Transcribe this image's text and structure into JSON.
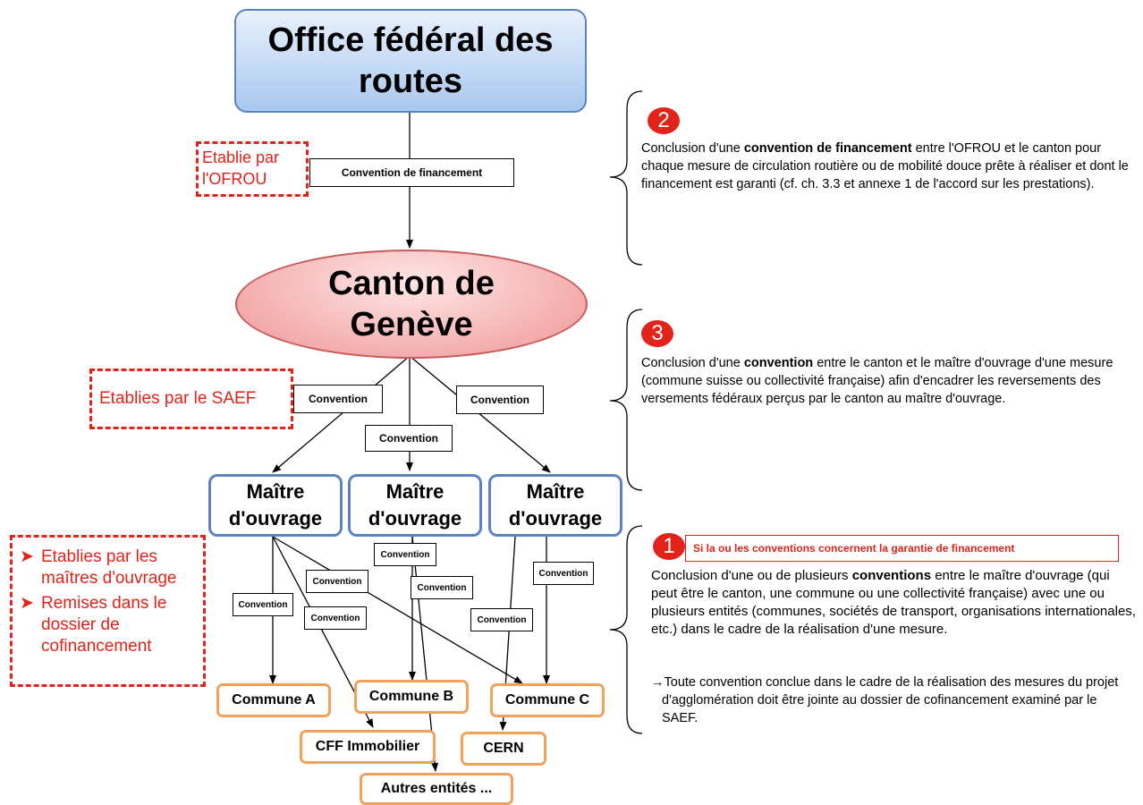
{
  "nodes": {
    "ofrou": [
      "Office fédéral des",
      "routes"
    ],
    "canton": [
      "Canton de",
      "Genève"
    ],
    "maitres": [
      [
        "Maître",
        "d'ouvrage"
      ],
      [
        "Maître",
        "d'ouvrage"
      ],
      [
        "Maître",
        "d'ouvrage"
      ]
    ],
    "entities": {
      "commune_a": "Commune A",
      "commune_b": "Commune B",
      "commune_c": "Commune C",
      "cff": "CFF Immobilier",
      "cern": "CERN",
      "autres": "Autres entités ..."
    }
  },
  "connectors": {
    "financement": "Convention de financement",
    "convention": "Convention"
  },
  "red_labels": {
    "ofrou": [
      "Etablie par",
      "l'OFROU"
    ],
    "saef": "Etablies par le SAEF",
    "maitres": [
      "Etablies par les maîtres d'ouvrage",
      "Remises dans le dossier de cofinancement"
    ]
  },
  "steps": {
    "two": {
      "number": "2",
      "pre": "Conclusion d'une ",
      "bold": "convention de financement",
      "post": " entre l'OFROU et le canton pour chaque mesure de circulation routière ou de mobilité douce prête à réaliser et dont le financement est garanti (cf. ch. 3.3 et annexe 1 de l'accord sur les prestations)."
    },
    "three": {
      "number": "3",
      "pre": "Conclusion d'une ",
      "bold": "convention",
      "post": " entre le canton et le maître d'ouvrage d'une mesure (commune suisse ou collectivité française) afin d'encadrer les reversements des versements fédéraux perçus par le canton au maître d'ouvrage."
    },
    "one": {
      "number": "1",
      "banner": "Si la ou les conventions concernent la garantie de financement",
      "pre": "Conclusion d'une ou de plusieurs ",
      "bold": "conventions",
      "post": " entre le maître d'ouvrage (qui peut être le canton, une commune ou une collectivité française) avec une ou plusieurs entités (communes, sociétés de transport, organisations internationales, etc.) dans le cadre de la réalisation d'une mesure.",
      "note": "→Toute convention conclue dans le cadre de la réalisation des mesures du projet d'agglomération doit être jointe au dossier de cofinancement examiné par le SAEF."
    }
  },
  "colors": {
    "accent_red": "#e2231a",
    "blue_border": "#5b83c4",
    "orange_border": "#f0a25c"
  }
}
